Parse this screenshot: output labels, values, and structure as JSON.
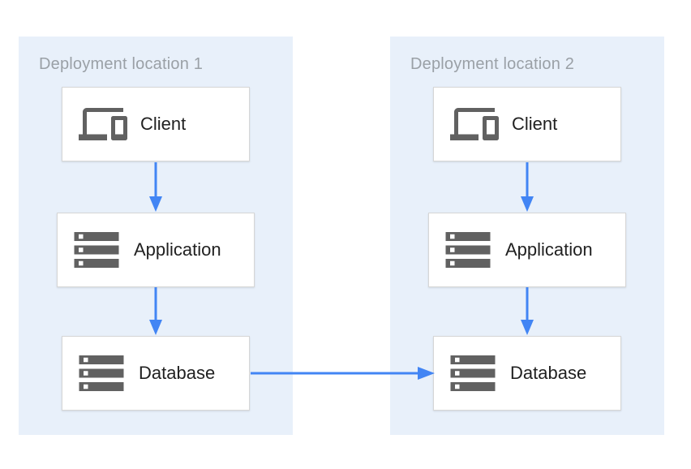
{
  "diagram": {
    "locations": [
      {
        "title": "Deployment location 1",
        "nodes": [
          {
            "label": "Client",
            "icon": "devices-icon"
          },
          {
            "label": "Application",
            "icon": "servers-icon"
          },
          {
            "label": "Database",
            "icon": "servers-icon"
          }
        ]
      },
      {
        "title": "Deployment location 2",
        "nodes": [
          {
            "label": "Client",
            "icon": "devices-icon"
          },
          {
            "label": "Application",
            "icon": "servers-icon"
          },
          {
            "label": "Database",
            "icon": "servers-icon"
          }
        ]
      }
    ],
    "connections": [
      {
        "from": "location-1 Client",
        "to": "location-1 Application",
        "direction": "down"
      },
      {
        "from": "location-1 Application",
        "to": "location-1 Database",
        "direction": "down"
      },
      {
        "from": "location-2 Client",
        "to": "location-2 Application",
        "direction": "down"
      },
      {
        "from": "location-2 Application",
        "to": "location-2 Database",
        "direction": "down"
      },
      {
        "from": "location-1 Database",
        "to": "location-2 Database",
        "direction": "right"
      }
    ],
    "colors": {
      "panel_background": "#e8f0fa",
      "node_background": "#ffffff",
      "node_border": "#d6d6d6",
      "arrow": "#4285f4",
      "icon": "#616161",
      "panel_title_text": "#9aa0a6",
      "node_label_text": "#212121"
    }
  }
}
